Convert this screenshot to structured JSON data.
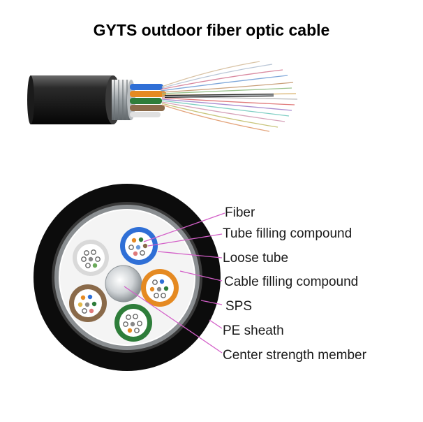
{
  "title": "GYTS outdoor fiber optic cable",
  "labels": {
    "fiber": "Fiber",
    "tube_filling": "Tube filling compound",
    "loose_tube": "Loose tube",
    "cable_filling": "Cable filling compound",
    "sps": "SPS",
    "pe_sheath": "PE sheath",
    "center_member": "Center strength member"
  },
  "colors": {
    "leader_line": "#d35fc8",
    "sheath": "#111111",
    "tube_blue": "#2f6fd6",
    "tube_orange": "#e58a22",
    "tube_green": "#2e7d3a",
    "tube_brown": "#8a6a4a",
    "tube_white": "#d9d9d9"
  }
}
